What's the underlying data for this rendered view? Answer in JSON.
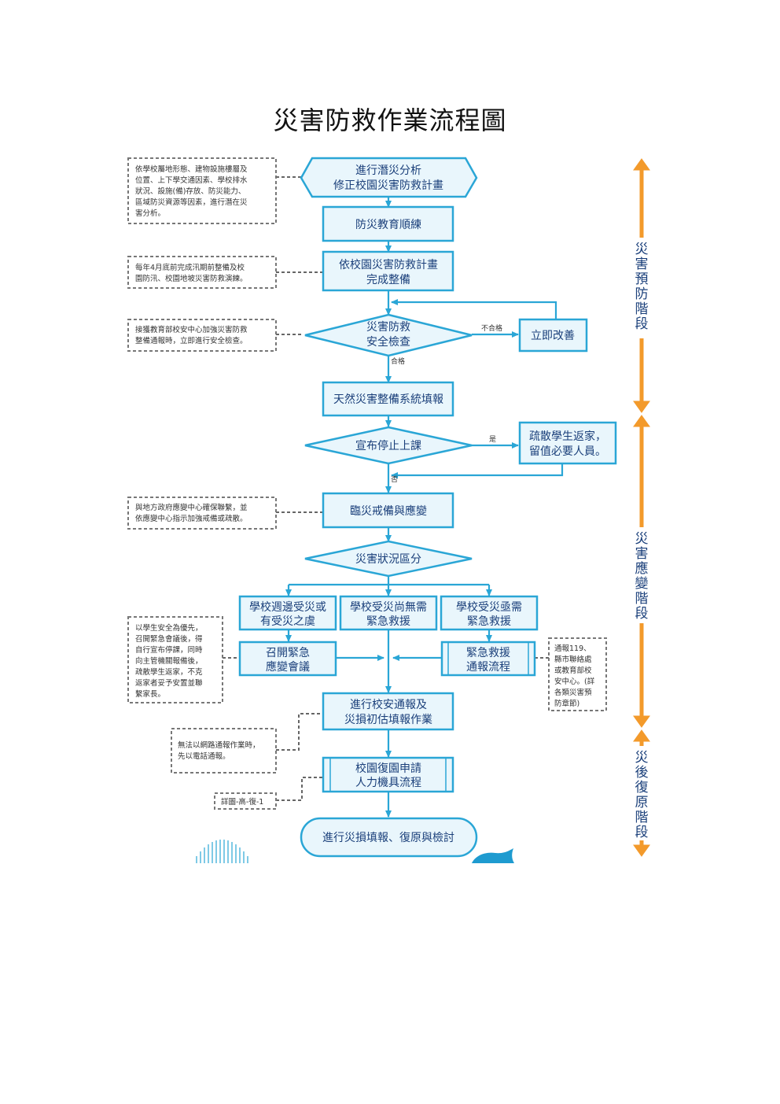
{
  "title": "災害防救作業流程圖",
  "colors": {
    "box_border": "#2aa6d6",
    "box_fill": "#e9f6fc",
    "text": "#1a3f7a",
    "arrow": "#2aa6d6",
    "note_border": "#777777",
    "phase_arrow": "#f39a2b"
  },
  "nodes": {
    "analysis": [
      "進行潛災分析",
      "修正校園災害防救計畫"
    ],
    "drill": [
      "防災教育順練"
    ],
    "prepare": [
      "依校園災害防救計畫",
      "完成整備"
    ],
    "check": [
      "災害防救",
      "安全檢查"
    ],
    "fix": [
      "立即改善"
    ],
    "report": [
      "天然災害整備系統填報"
    ],
    "stop_class": [
      "宣布停止上課"
    ],
    "evacuate": [
      "疏散學生返家，",
      "留值必要人員。"
    ],
    "alert": [
      "臨災戒備與應變"
    ],
    "classify": [
      "災害狀況區分"
    ],
    "nearby": [
      "學校週邊受災或",
      "有受災之虞"
    ],
    "no_rescue": [
      "學校受災尚無需",
      "緊急救援"
    ],
    "need_rescue": [
      "學校受災亟需",
      "緊急救援"
    ],
    "meeting": [
      "召開緊急",
      "應變會議"
    ],
    "rescue_flow": [
      "緊急救援",
      "通報流程"
    ],
    "initial_report": [
      "進行校安通報及",
      "災損初估填報作業"
    ],
    "restore_apply": [
      "校園復園申請",
      "人力機具流程"
    ],
    "final": [
      "進行災損填報、復原與檢討"
    ]
  },
  "edge_labels": {
    "fail": "不合格",
    "pass": "合格",
    "yes": "是",
    "no": "否"
  },
  "notes": {
    "n1": [
      "依學校屬地形態、建物設施樓層及",
      "位置、上下學交通因素、學校排水",
      "狀況、設施(備)存放、防災能力、",
      "區域防災資源等因素，進行潛在災",
      "害分析。"
    ],
    "n2": [
      "每年4月底前完成汛期前整備及校",
      "園防汛、校園地坡災害防救演練。"
    ],
    "n3": [
      "接獲教育部校安中心加強災害防救",
      "整備通報時，立即進行安全檢查。"
    ],
    "n4": [
      "與地方政府應變中心確保聯繫，並",
      "依應變中心指示加強戒備或疏散。"
    ],
    "n5": [
      "以學生安全為優先，",
      "召開緊急會議後，得",
      "自行宣布停課，同時",
      "向主管機關報備後，",
      "疏散學生返家，不克",
      "返家者妥予安置並聯",
      "繫家長。"
    ],
    "n6": [
      "通報119、",
      "縣市聯絡處",
      "或教育部校",
      "安中心。(詳",
      "各類災害預",
      "防章節)"
    ],
    "n7": [
      "無法以網路通報作業時，",
      "先以電話通報。"
    ],
    "n8": [
      "詳圖-高-復-1"
    ]
  },
  "phases": {
    "prevention": "災害預防階段",
    "response": "災害應變階段",
    "recovery": "災後復原階段"
  }
}
